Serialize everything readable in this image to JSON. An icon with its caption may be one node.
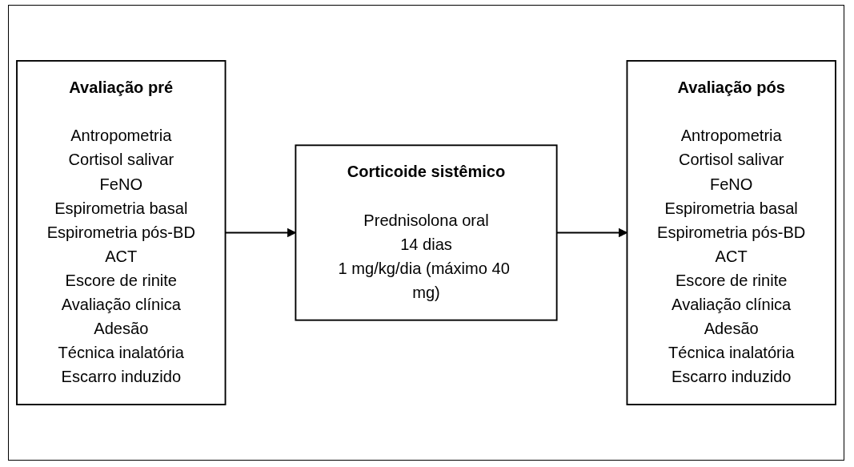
{
  "diagram": {
    "nodes": [
      {
        "text": [
          "Avaliação pré",
          "Antropometria",
          "Cortisol salivar",
          "FeNO",
          "Espirometria basal",
          "Espirometria pós-BD",
          "ACT",
          "Escore de rinite",
          "Avaliação clínica",
          "Adesão",
          "Técnica inalatória",
          "Escarro induzido"
        ]
      },
      {
        "text": [
          "Corticoide sistêmico",
          "Prednisolona oral",
          "14 dias",
          "1 mg/kg/dia (máximo 40 mg)"
        ]
      },
      {
        "text": [
          "Avaliação pós",
          "Antropometria",
          "Cortisol salivar",
          "FeNO",
          "Espirometria basal",
          "Espirometria pós-BD",
          "ACT",
          "Escore de rinite",
          "Avaliação clínica",
          "Adesão",
          "Técnica inalatória",
          "Escarro induzido"
        ]
      }
    ],
    "edges": [
      {
        "from": 0,
        "to": 1,
        "arrow": "to"
      },
      {
        "from": 1,
        "to": 2,
        "arrow": "to"
      }
    ]
  }
}
